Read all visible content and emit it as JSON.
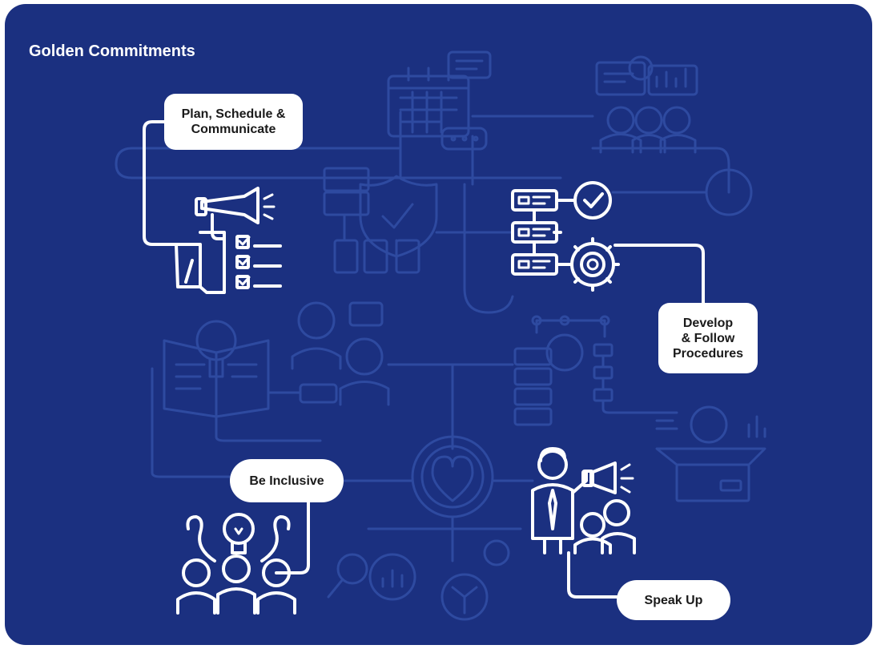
{
  "header": {
    "title": "Golden Commitments"
  },
  "commitments": [
    {
      "line1": "Plan, Schedule &",
      "line2": "Communicate"
    },
    {
      "line1": "Develop",
      "line2": "& Follow",
      "line3": "Procedures"
    },
    {
      "line1": "Be Inclusive"
    },
    {
      "line1": "Speak Up"
    }
  ],
  "colors": {
    "background": "#1b3080",
    "faded_lines": "#2e4aa0",
    "foreground": "#ffffff"
  }
}
